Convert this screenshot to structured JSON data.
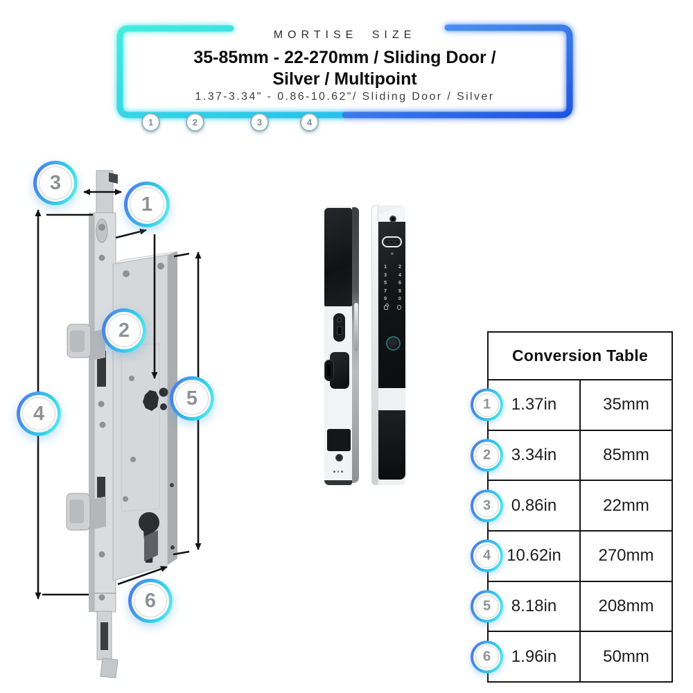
{
  "header": {
    "eyebrow": "MORTISE SIZE",
    "title_line1": "35-85mm - 22-270mm / Sliding Door /",
    "title_line2": "Silver / Multipoint",
    "subtitle": "1.37-3.34\" - 0.86-10.62\"/ Sliding Door / Silver",
    "badges": {
      "b1": "1",
      "b2": "2",
      "b3": "3",
      "b4": "4"
    }
  },
  "diagram": {
    "callouts": {
      "n1": "1",
      "n2": "2",
      "n3": "3",
      "n4": "4",
      "n5": "5",
      "n6": "6"
    }
  },
  "product": {
    "keypad": {
      "r0": [
        "1",
        "2"
      ],
      "r1": [
        "3",
        "4"
      ],
      "r2": [
        "5",
        "6"
      ],
      "r3": [
        "7",
        "8"
      ],
      "r4": [
        "9",
        "0"
      ]
    }
  },
  "table": {
    "title": "Conversion Table",
    "rows": [
      {
        "badge": "1",
        "inches": "1.37in",
        "mm": "35mm"
      },
      {
        "badge": "2",
        "inches": "3.34in",
        "mm": "85mm"
      },
      {
        "badge": "3",
        "inches": "0.86in",
        "mm": "22mm"
      },
      {
        "badge": "4",
        "inches": "10.62in",
        "mm": "270mm"
      },
      {
        "badge": "5",
        "inches": "8.18in",
        "mm": "208mm"
      },
      {
        "badge": "6",
        "inches": "1.96in",
        "mm": "50mm"
      }
    ]
  },
  "colors": {
    "frame_left_start": "#45ecde",
    "frame_left_end": "#28c0ec",
    "frame_right_start": "#57a0f2",
    "frame_right_end": "#1e55e0",
    "badge_ring_blue": "#4a82ea",
    "badge_ring_cyan": "#31d6e8"
  }
}
